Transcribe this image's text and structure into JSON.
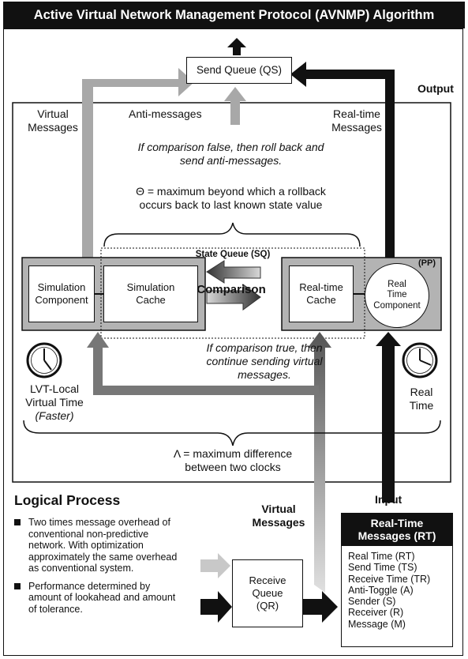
{
  "title": "Active Virtual Network Management Protocol  (AVNMP) Algorithm",
  "send_queue": "Send Queue (QS)",
  "output_label": "Output",
  "virtual_messages_top": [
    "Virtual",
    "Messages"
  ],
  "anti_messages": "Anti-messages",
  "realtime_messages_top": [
    "Real-time",
    "Messages"
  ],
  "rollback_note": [
    "If comparison false, then roll back and",
    "send anti-messages."
  ],
  "theta_note": [
    "Θ = maximum beyond which a rollback",
    "occurs back to last known state value"
  ],
  "state_queue": "State Queue (SQ)",
  "sim_component": [
    "Simulation",
    "Component"
  ],
  "sim_cache": [
    "Simulation",
    "Cache"
  ],
  "comparison": "Comparison",
  "rt_cache": [
    "Real-time",
    "Cache"
  ],
  "rt_component": [
    "Real",
    "Time",
    "Component"
  ],
  "pp_label": "(PP)",
  "continue_note": [
    "If comparison true, then",
    "continue sending virtual",
    "messages."
  ],
  "lvt_label": [
    "LVT-Local",
    "Virtual Time"
  ],
  "lvt_faster": "(Faster)",
  "real_time_label": [
    "Real",
    "Time"
  ],
  "lambda_note": [
    "Λ = maximum difference",
    "between two clocks"
  ],
  "logical_process": "Logical Process",
  "input_label": "Input",
  "virtual_messages_bottom": [
    "Virtual",
    "Messages"
  ],
  "bullets": [
    "Two times message overhead of conventional non-predictive network. With optimization approximately the same overhead as conventional system.",
    "Performance determined by amount of lookahead and amount of tolerance."
  ],
  "receive_queue": [
    "Receive",
    "Queue",
    "(QR)"
  ],
  "rt_messages_header": [
    "Real-Time",
    "Messages (RT)"
  ],
  "rt_fields": [
    "Real Time (RT)",
    "Send Time (TS)",
    "Receive Time (TR)",
    "Anti-Toggle (A)",
    "Sender (S)",
    "Receiver (R)",
    "Message (M)"
  ],
  "colors": {
    "dark": "#111111",
    "gray": "#999999",
    "light_gray": "#c8c8c8",
    "panel": "#b3b3b3"
  }
}
